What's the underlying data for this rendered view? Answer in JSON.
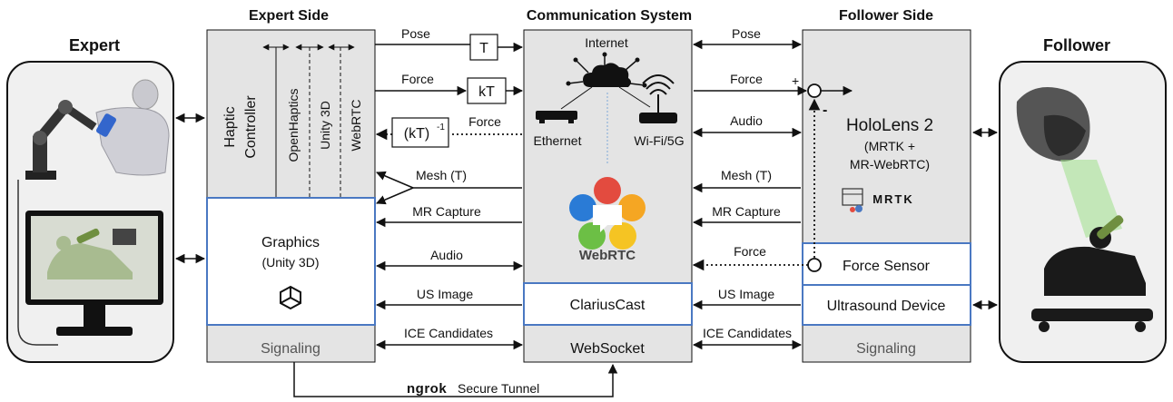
{
  "headers": {
    "expert_side": "Expert Side",
    "communication_system": "Communication System",
    "follower_side": "Follower Side",
    "expert": "Expert",
    "follower": "Follower"
  },
  "expert_block": {
    "haptic_controller_line1": "Haptic",
    "haptic_controller_line2": "Controller",
    "openhaptics": "OpenHaptics",
    "unity3d": "Unity 3D",
    "webrtc": "WebRTC",
    "graphics": "Graphics",
    "graphics_sub": "(Unity 3D)",
    "signaling": "Signaling"
  },
  "comm_block": {
    "internet": "Internet",
    "ethernet": "Ethernet",
    "wifi": "Wi-Fi/5G",
    "webrtc_logo": "WebRTC",
    "clariuscast": "ClariusCast",
    "websocket": "WebSocket"
  },
  "follower_block": {
    "hololens_line1": "HoloLens 2",
    "hololens_line2": "(MRTK +",
    "hololens_line3": "MR-WebRTC)",
    "mrtk_logo": "MRTK",
    "force_sensor": "Force Sensor",
    "ultrasound_device": "Ultrasound Device",
    "signaling": "Signaling"
  },
  "left_links": {
    "pose": "Pose",
    "force": "Force",
    "force_back": "Force",
    "mesh": "Mesh (T)",
    "mr_capture": "MR Capture",
    "audio": "Audio",
    "us_image": "US Image",
    "ice": "ICE Candidates",
    "t_box": "T",
    "kt_box": "kT",
    "kt_inv_box": "(kT)",
    "kt_inv_sup": "-1"
  },
  "right_links": {
    "pose": "Pose",
    "force": "Force",
    "audio": "Audio",
    "mesh": "Mesh (T)",
    "mr_capture": "MR Capture",
    "force_back": "Force",
    "us_image": "US Image",
    "ice": "ICE Candidates",
    "plus": "+",
    "minus": "-"
  },
  "tunnel": {
    "brand": "ngrok",
    "label": "Secure Tunnel"
  },
  "colors": {
    "panel": "#e4e4e4",
    "blue_border": "#4a78c2",
    "webrtc_red": "#e34b3f",
    "webrtc_orange": "#f5a623",
    "webrtc_green": "#6cbf45",
    "webrtc_blue": "#2a7bd6"
  }
}
